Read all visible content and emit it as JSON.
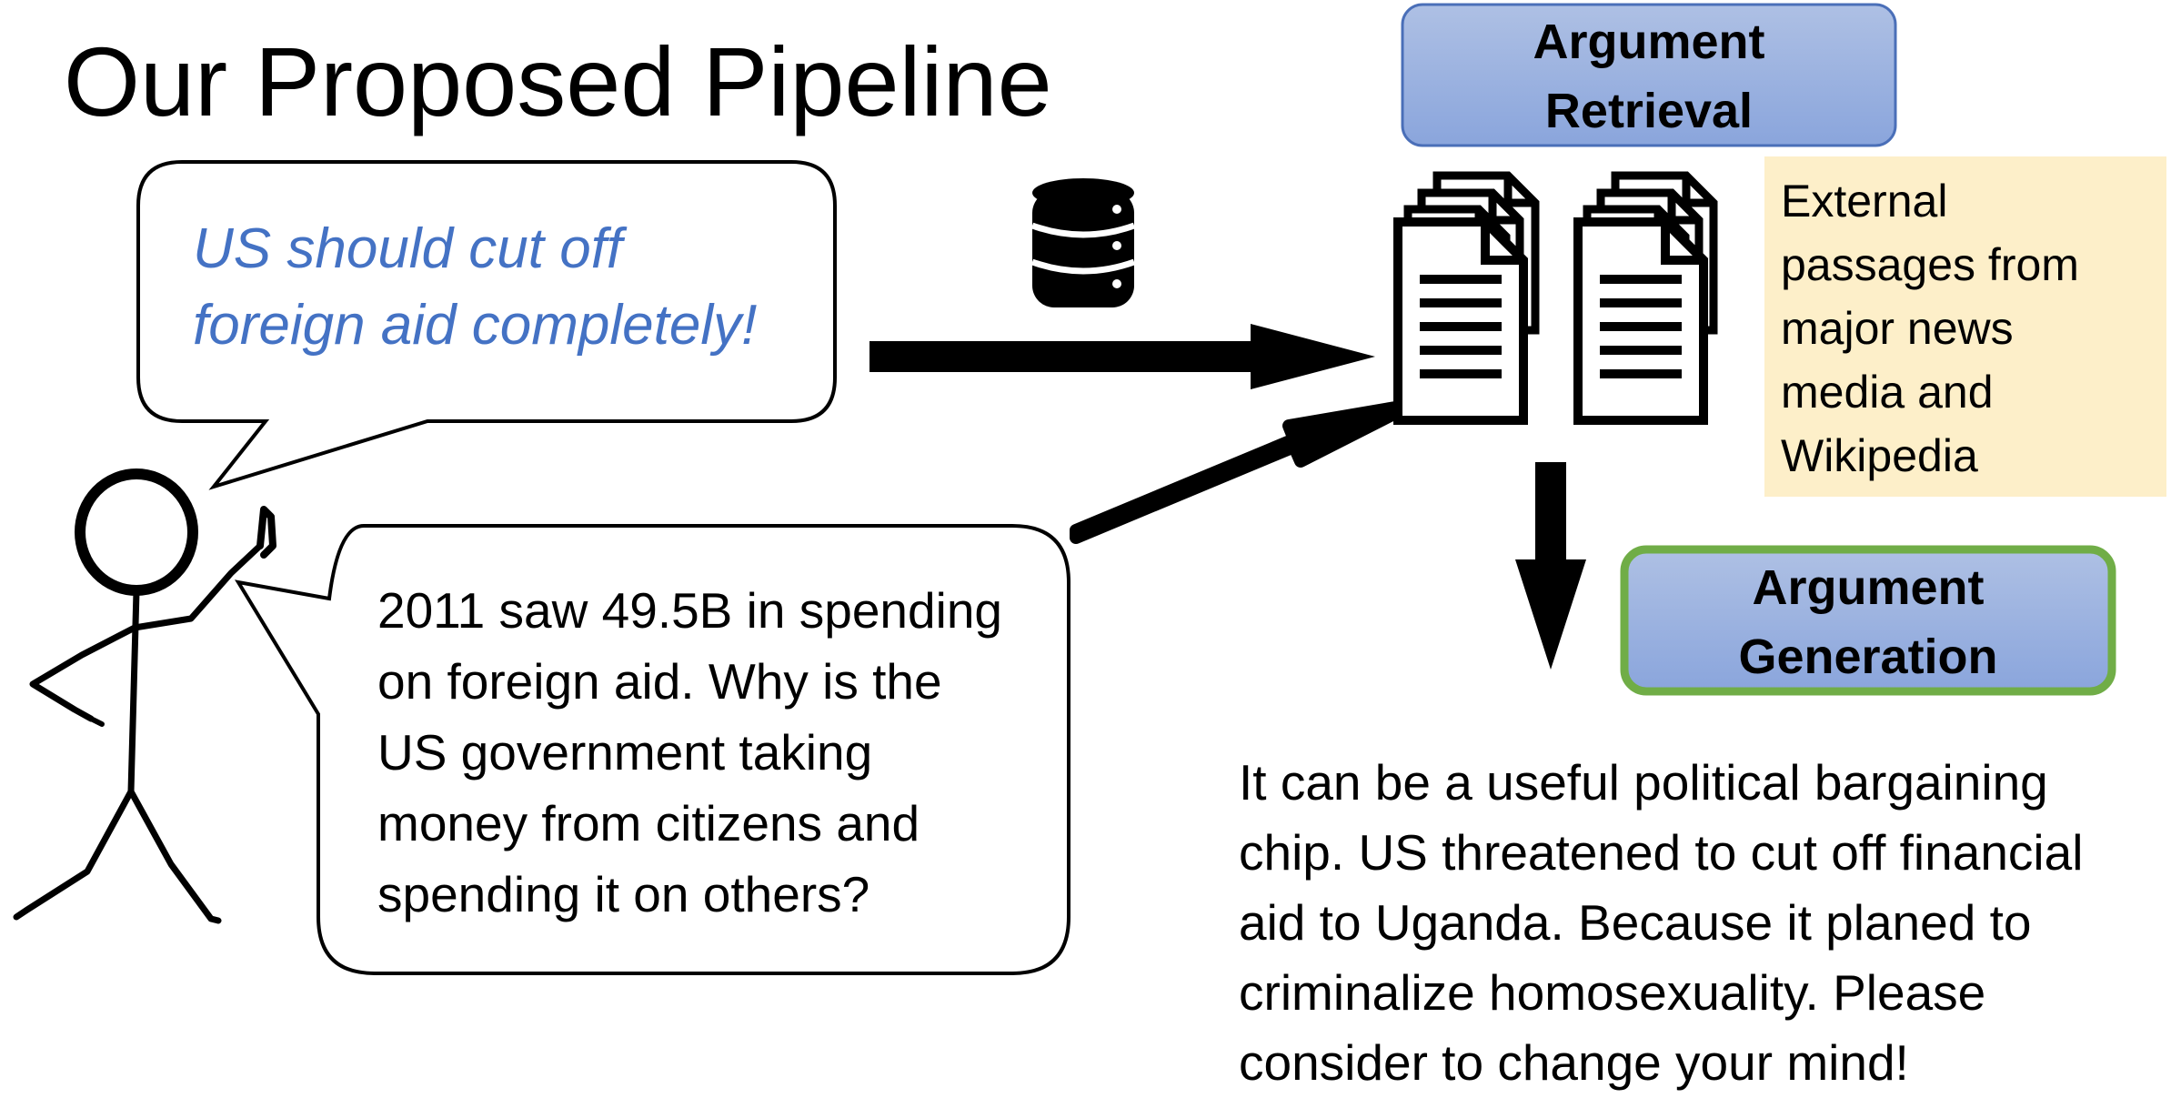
{
  "slide": {
    "title": "Our Proposed Pipeline"
  },
  "user": {
    "claim": "US should cut off\nforeign aid completely!",
    "reason": "2011 saw 49.5B in spending\non foreign aid. Why is the\nUS government taking\nmoney from citizens and\nspending it on others?"
  },
  "retrieval": {
    "label": "Argument\nRetrieval",
    "source_note": "External\npassages from\nmajor news\nmedia and\nWikipedia"
  },
  "generation": {
    "label": "Argument\nGeneration",
    "output": "It can be a useful political bargaining\nchip. US threatened to cut off financial\naid to Uganda. Because it planed to\ncriminalize homosexuality. Please\nconsider to change your mind!"
  },
  "colors": {
    "claim_text": "#4472c4",
    "box_fill_top": "#aec0e4",
    "box_fill_bottom": "#8aa5dc",
    "retrieval_border": "#4a6fb8",
    "generation_border": "#70ad47",
    "note_fill": "#fdefc9"
  },
  "icons": {
    "user": "stick-figure-icon",
    "database": "database-icon",
    "documents": "document-stack-icon"
  }
}
